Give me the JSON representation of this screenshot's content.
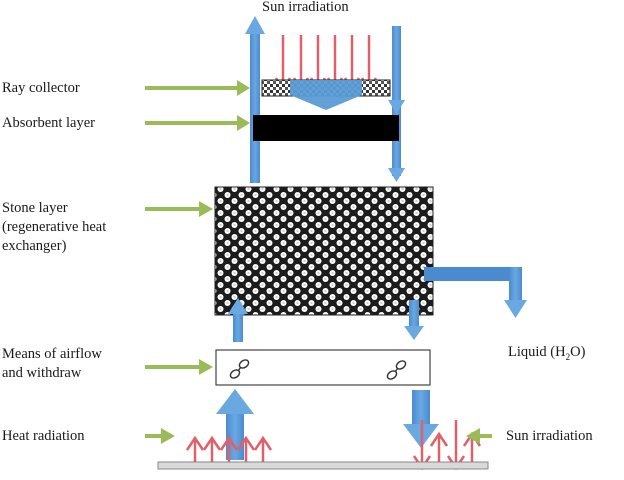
{
  "title": "Sun irradiation",
  "labels": {
    "ray_collector": "Ray collector",
    "absorbent_layer": "Absorbent layer",
    "stone_layer_line1": "Stone layer",
    "stone_layer_line2": "(regenerative heat",
    "stone_layer_line3": "exchanger)",
    "airflow_line1": "Means of airflow",
    "airflow_line2": "and withdraw",
    "heat_radiation": "Heat radiation",
    "liquid_prefix": "Liquid (H",
    "liquid_sub": "2",
    "liquid_suffix": "O)",
    "sun_irradiation_bottom": "Sun irradiation"
  },
  "colors": {
    "blue_arrow": "#5b9bd5",
    "blue_dark": "#3f7fc0",
    "red_arrow": "#e0606a",
    "green_arrow": "#9bbb59",
    "absorbent": "#000000",
    "stone_bg": "#1c1c1c",
    "ground": "#d9d9d9"
  }
}
